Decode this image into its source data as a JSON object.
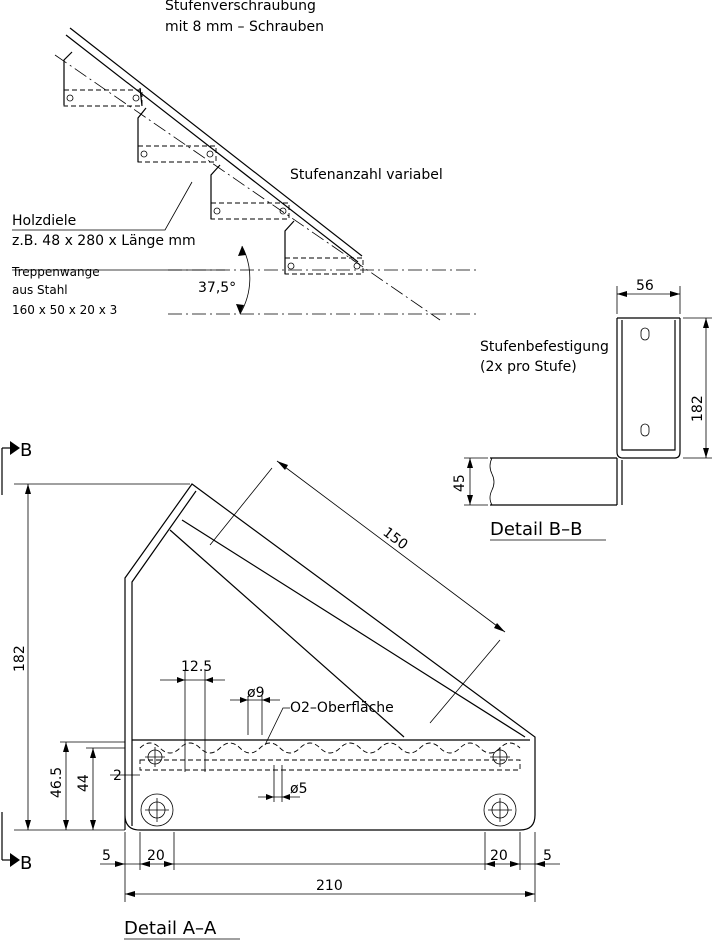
{
  "labels": {
    "screw_title_1": "Stufenverschraubung",
    "screw_title_2": "mit 8 mm – Schrauben",
    "step_count": "Stufenanzahl variabel",
    "board_1": "Holzdiele",
    "board_2": "z.B. 48 x 280 x Länge mm",
    "stringer_1": "Treppenwange",
    "stringer_2": "aus Stahl",
    "stringer_3": "160 x 50 x 20 x 3",
    "angle": "37,5°",
    "fixing_1": "Stufenbefestigung",
    "fixing_2": "(2x pro Stufe)",
    "detail_bb": "Detail B–B",
    "detail_aa": "Detail A–A",
    "section_b_top": "B",
    "section_b_bottom": "B",
    "surface": "O2–Oberfläche"
  },
  "dimensions": {
    "d56": "56",
    "d182_right": "182",
    "d45": "45",
    "d150": "150",
    "d182_left": "182",
    "d12_5": "12.5",
    "d9": "ø9",
    "d2": "2",
    "d46_5": "46.5",
    "d44": "44",
    "d5_hole": "ø5",
    "d5_left": "5",
    "d20_left": "20",
    "d20_right": "20",
    "d5_right": "5",
    "d210": "210"
  }
}
